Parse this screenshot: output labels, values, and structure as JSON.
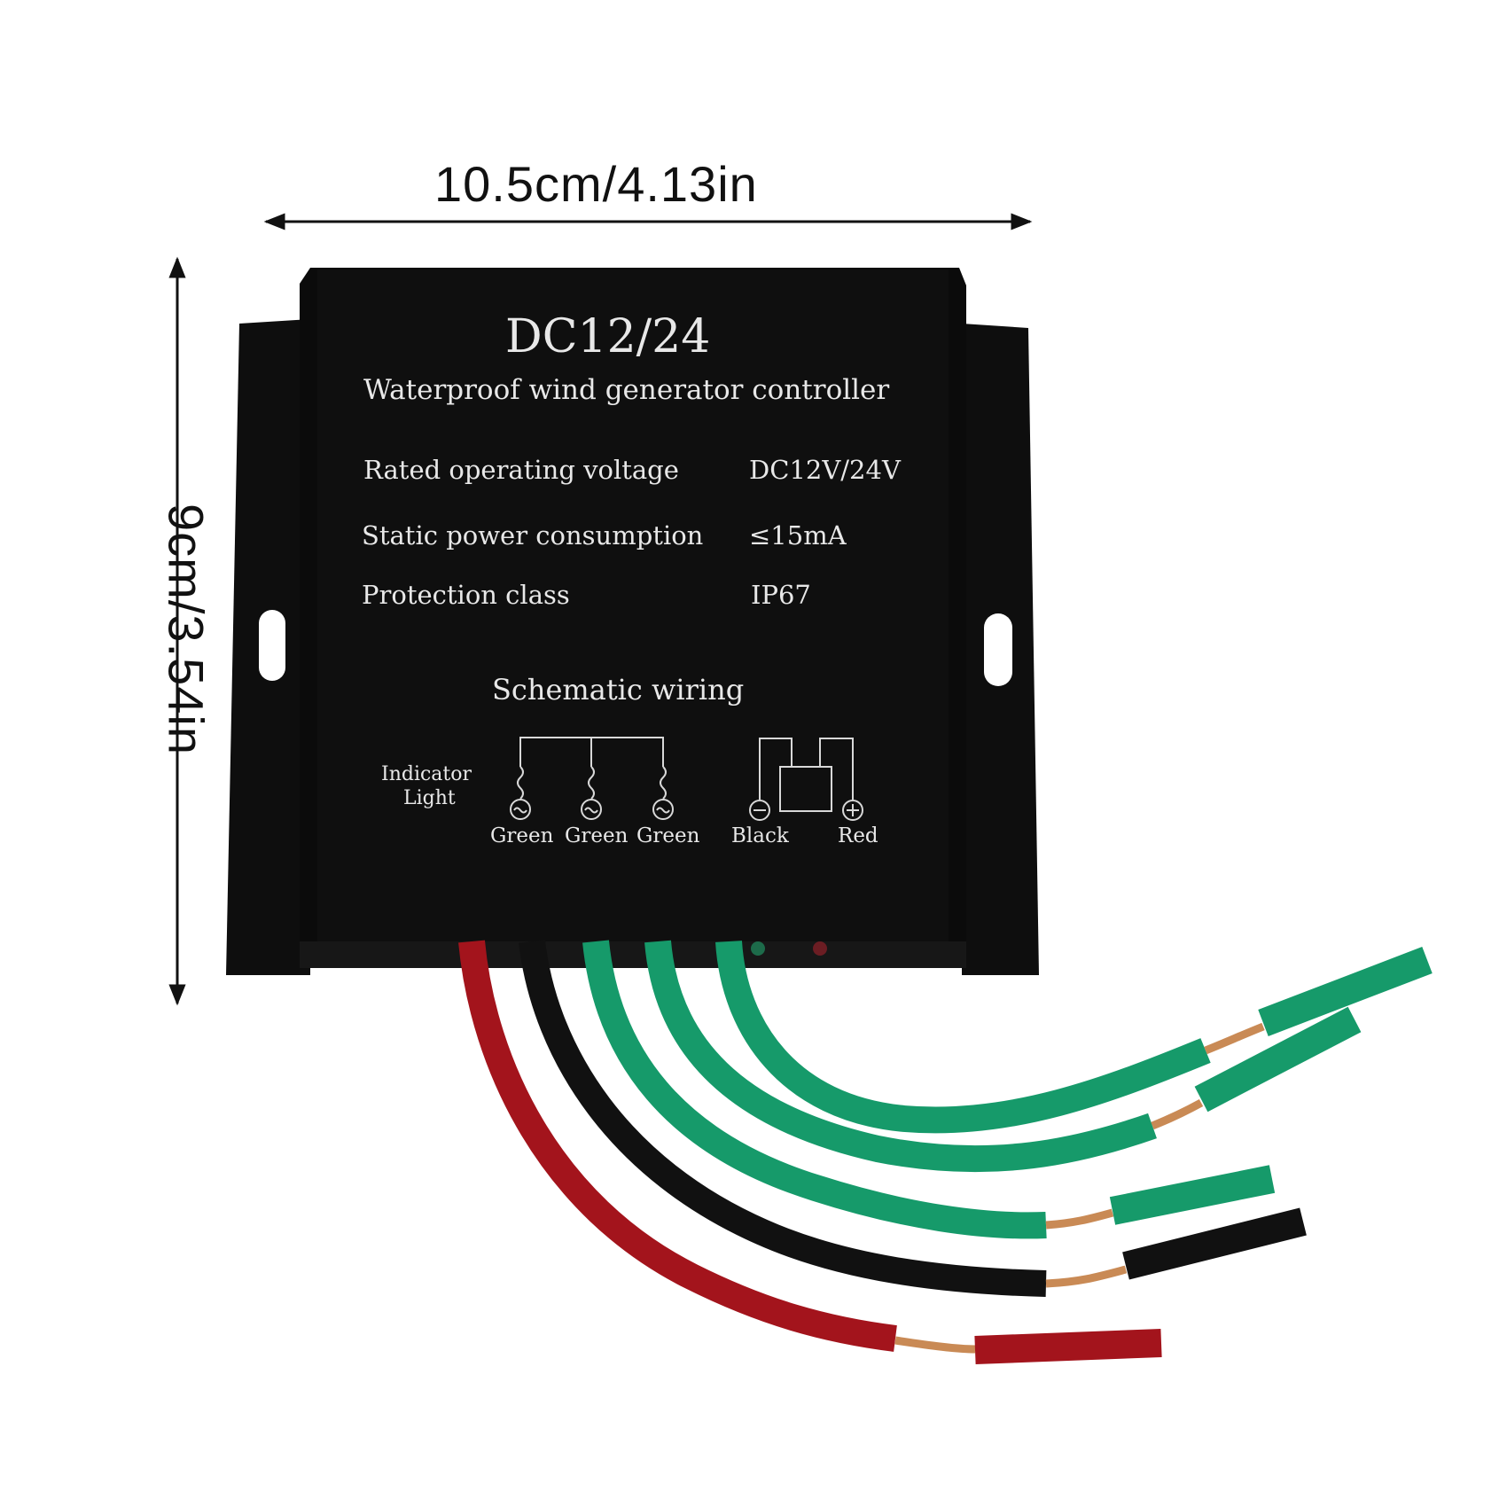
{
  "dimensions": {
    "width": "10.5cm/4.13in",
    "height": "9cm/3.54in"
  },
  "label": {
    "model": "DC12/24",
    "subtitle": "Waterproof wind generator controller",
    "specs": [
      {
        "name": "Rated operating voltage",
        "value": "DC12V/24V"
      },
      {
        "name": "Static power consumption",
        "value": "≤15mA"
      },
      {
        "name": "Protection class",
        "value": "IP67"
      }
    ],
    "schematic_title": "Schematic wiring",
    "indicator_line1": "Indicator",
    "indicator_line2": "Light",
    "terminals": [
      "Green",
      "Green",
      "Green",
      "Black",
      "Red"
    ]
  },
  "colors": {
    "wire_red": "#a3141c",
    "wire_black": "#111111",
    "wire_green": "#169a6a",
    "copper": "#c98a55",
    "case": "#0b0b0b"
  }
}
